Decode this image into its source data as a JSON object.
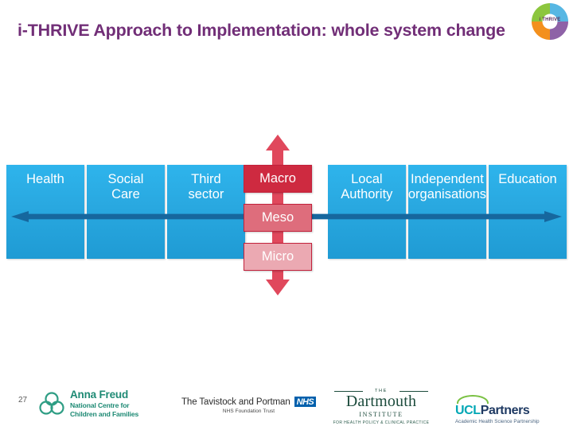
{
  "slide": {
    "title": "i-THRIVE Approach to Implementation: whole system change",
    "title_color": "#712E77",
    "number": "27"
  },
  "brand_logo": {
    "name": "i-THRIVE",
    "wordmark": "i THRIVE",
    "quadrant_colors": [
      "#8CC63E",
      "#57B7E3",
      "#F3901D",
      "#8E62A7"
    ]
  },
  "diagram": {
    "sector_color": "#29A8E0",
    "arrow_color": "#16679E",
    "sectors": [
      {
        "label": "Health"
      },
      {
        "label": "Social\nCare",
        "line1": "Social",
        "line2": "Care"
      },
      {
        "label": "Third\nsector",
        "line1": "Third",
        "line2": "sector"
      },
      {
        "label": "Local\nAuthority",
        "line1": "Local",
        "line2": "Authority"
      },
      {
        "label": "Independent\norganisations",
        "line1": "Independent",
        "line2": "organisations"
      },
      {
        "label": "Education"
      }
    ],
    "levels": [
      {
        "label": "Macro",
        "color": "#CE2A40"
      },
      {
        "label": "Meso",
        "color": "#DE6D7C"
      },
      {
        "label": "Micro",
        "color": "#EBA9B2"
      }
    ],
    "vertical_arrow_color": "#E0485C"
  },
  "footer": {
    "logos": [
      {
        "id": "anna-freud",
        "name": "Anna Freud",
        "sub_line1": "National Centre for",
        "sub_line2": "Children and Families",
        "color": "#1E8A74"
      },
      {
        "id": "tavistock-portman",
        "name": "The Tavistock and Portman",
        "badge": "NHS",
        "sub": "NHS Foundation Trust"
      },
      {
        "id": "dartmouth-institute",
        "the": "THE",
        "name": "Dartmouth",
        "institute": "INSTITUTE",
        "sub": "FOR HEALTH POLICY & CLINICAL PRACTICE"
      },
      {
        "id": "ucl-partners",
        "name_a": "UCL",
        "name_b": "Partners",
        "sub": "Academic Health Science Partnership"
      }
    ]
  }
}
